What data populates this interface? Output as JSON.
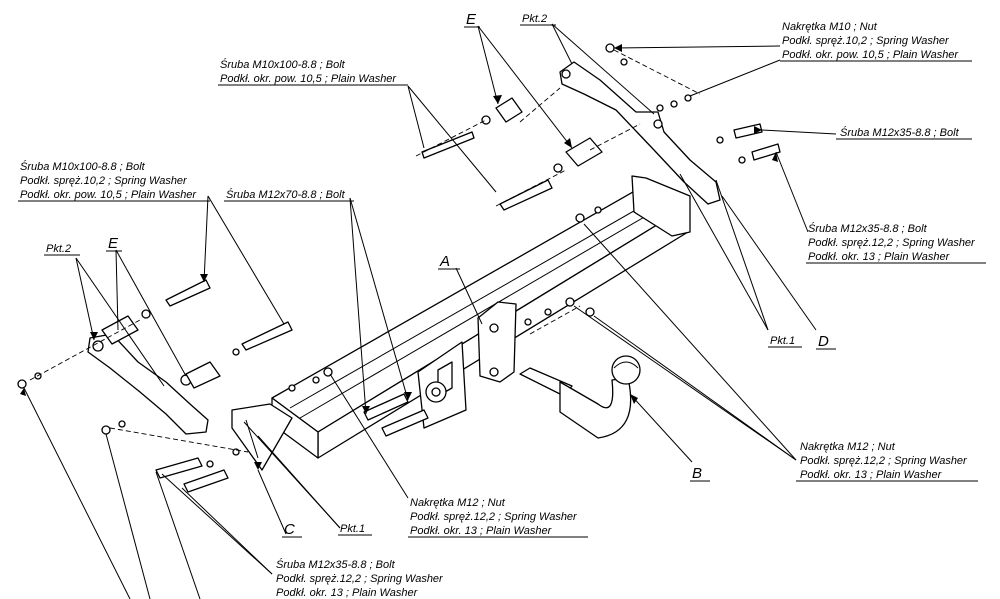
{
  "labels": {
    "E": "E",
    "pkt2": "Pkt.2",
    "pkt1": "Pkt.1",
    "A": "A",
    "B": "B",
    "C": "C",
    "D": "D"
  },
  "callouts": {
    "top_right_nut": [
      "Nakrętka  M10 ; Nut",
      "Podkł. spręż.10,2 ; Spring Washer",
      "Podkł. okr. pow. 10,5 ; Plain Washer"
    ],
    "top_bolt_m10x100": [
      "Śruba M10x100-8.8 ;  Bolt",
      "Podkł. okr. pow. 10,5 ; Plain Washer"
    ],
    "right_bolt_m12x35_a": [
      "Śruba M12x35-8.8 ;  Bolt"
    ],
    "left_bolt_m10x100": [
      "Śruba M10x100-8.8 ;  Bolt",
      "Podkł. spręż.10,2 ; Spring Washer",
      "Podkł. okr. pow. 10,5 ; Plain Washer"
    ],
    "bolt_m12x70": [
      "Śruba M12x70-8.8 ;  Bolt"
    ],
    "right_bolt_m12x35_b": [
      "Śruba M12x35-8.8 ;  Bolt",
      "Podkł. spręż.12,2 ; Spring Washer",
      "Podkł. okr. 13 ; Plain Washer"
    ],
    "right_nut_m12": [
      "Nakrętka  M12 ; Nut",
      "Podkł. spręż.12,2 ; Spring Washer",
      "Podkł. okr. 13 ; Plain Washer"
    ],
    "center_nut_m12": [
      "Nakrętka  M12 ; Nut",
      "Podkł. spręż.12,2 ; Spring Washer",
      "Podkł. okr. 13 ; Plain Washer"
    ],
    "bottom_bolt_m12x35": [
      "Śruba M12x35-8.8 ;  Bolt",
      "Podkł. spręż.12,2 ; Spring Washer",
      "Podkł. okr. 13 ; Plain Washer"
    ]
  }
}
